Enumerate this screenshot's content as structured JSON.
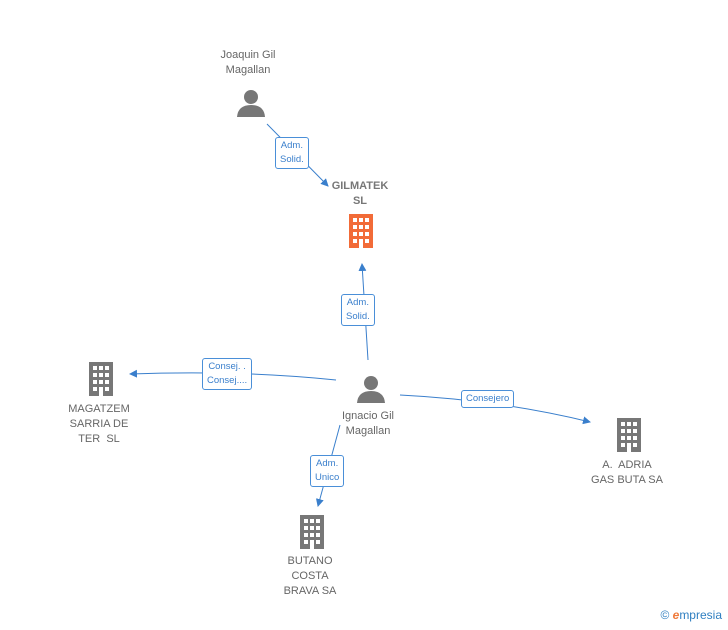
{
  "nodes": {
    "joaquin": {
      "line1": "Joaquin Gil",
      "line2": "Magallan"
    },
    "gilmatek": {
      "line1": "GILMATEK",
      "line2": "SL"
    },
    "ignacio": {
      "line1": "Ignacio Gil",
      "line2": "Magallan"
    },
    "magatzem": {
      "line1": "MAGATZEM",
      "line2": "SARRIA DE",
      "line3": "TER  SL"
    },
    "adria": {
      "line1": "A.  ADRIA",
      "line2": "GAS BUTA SA"
    },
    "butano": {
      "line1": "BUTANO",
      "line2": "COSTA",
      "line3": "BRAVA SA"
    }
  },
  "edges": {
    "joaquin_gilmatek": {
      "line1": "Adm.",
      "line2": "Solid."
    },
    "ignacio_gilmatek": {
      "line1": "Adm.",
      "line2": "Solid."
    },
    "ignacio_magatzem": {
      "line1": "Consej. .",
      "line2": "Consej...."
    },
    "ignacio_adria": {
      "line1": "Consejero"
    },
    "ignacio_butano": {
      "line1": "Adm.",
      "line2": "Unico"
    }
  },
  "colors": {
    "edge": "#3a7fcc",
    "company": "#777777",
    "highlight": "#f26b38",
    "person": "#777777"
  },
  "watermark": {
    "symbol": "©",
    "brand_first": "e",
    "brand_rest": "mpresia"
  }
}
